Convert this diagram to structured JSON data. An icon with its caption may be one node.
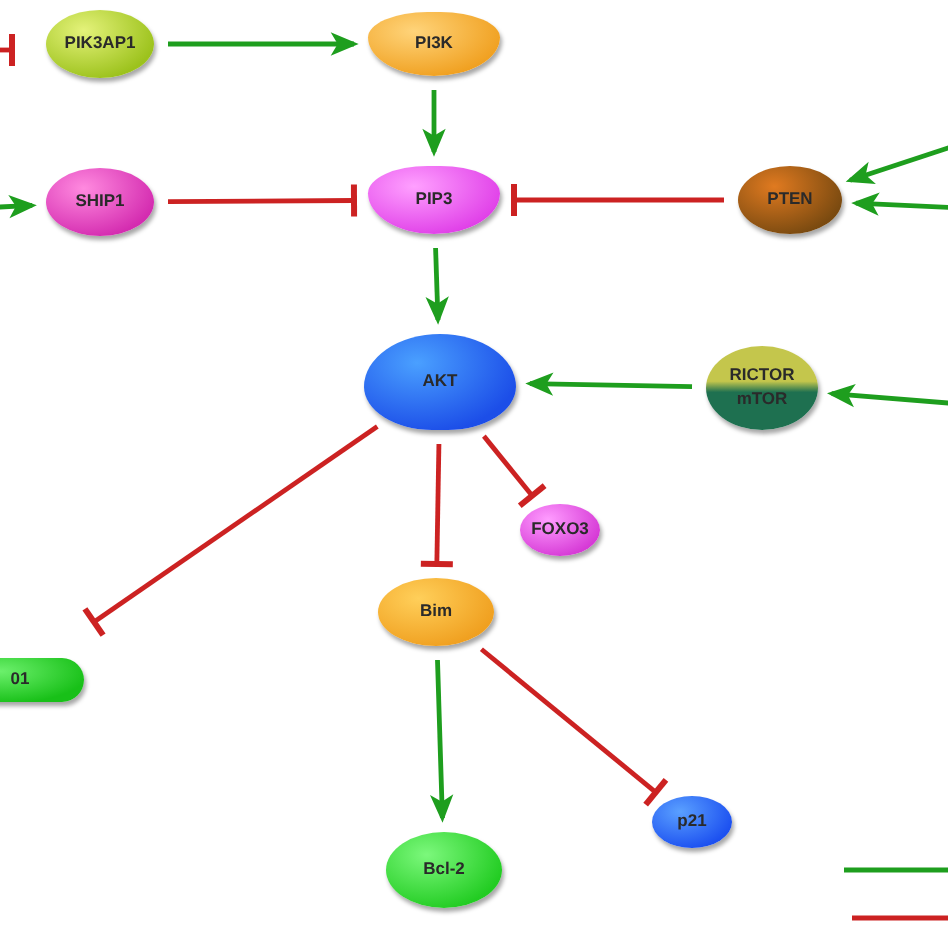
{
  "diagram": {
    "nodes": [
      {
        "text": [
          "PIK3AP1"
        ]
      },
      {
        "text": [
          "PI3K"
        ]
      },
      {
        "text": [
          "SHIP1"
        ]
      },
      {
        "text": [
          "PIP3"
        ]
      },
      {
        "text": [
          "PTEN"
        ]
      },
      {
        "text": [
          "AKT"
        ]
      },
      {
        "text": [
          "RICTOR",
          "mTOR"
        ]
      },
      {
        "text": [
          "FOXO3"
        ]
      },
      {
        "text": [
          "Bim"
        ]
      },
      {
        "text": [
          "01"
        ]
      },
      {
        "text": [
          "p21"
        ]
      },
      {
        "text": [
          "Bcl-2"
        ]
      }
    ],
    "edges": [
      {
        "from": null,
        "to": 0,
        "arrow": "other",
        "color": "#cc2222"
      },
      {
        "from": 0,
        "to": 1,
        "arrow": "to"
      },
      {
        "from": 1,
        "to": 3,
        "arrow": "to"
      },
      {
        "from": null,
        "to": 2,
        "arrow": "to"
      },
      {
        "from": 2,
        "to": 3,
        "arrow": "other",
        "color": "#cc2222"
      },
      {
        "from": 4,
        "to": 3,
        "arrow": "other",
        "color": "#cc2222"
      },
      {
        "from": null,
        "to": 4,
        "arrow": "to"
      },
      {
        "from": null,
        "to": 4,
        "arrow": "to"
      },
      {
        "from": 3,
        "to": 5,
        "arrow": "to"
      },
      {
        "from": 6,
        "to": 5,
        "arrow": "to"
      },
      {
        "from": null,
        "to": 6,
        "arrow": "to"
      },
      {
        "from": 5,
        "to": 9,
        "arrow": "other",
        "color": "#cc2222"
      },
      {
        "from": 5,
        "to": 8,
        "arrow": "other",
        "color": "#cc2222"
      },
      {
        "from": 5,
        "to": 7,
        "arrow": "other",
        "color": "#cc2222"
      },
      {
        "from": 8,
        "to": 11,
        "arrow": "to"
      },
      {
        "from": 8,
        "to": 10,
        "arrow": "other",
        "color": "#cc2222"
      }
    ]
  }
}
